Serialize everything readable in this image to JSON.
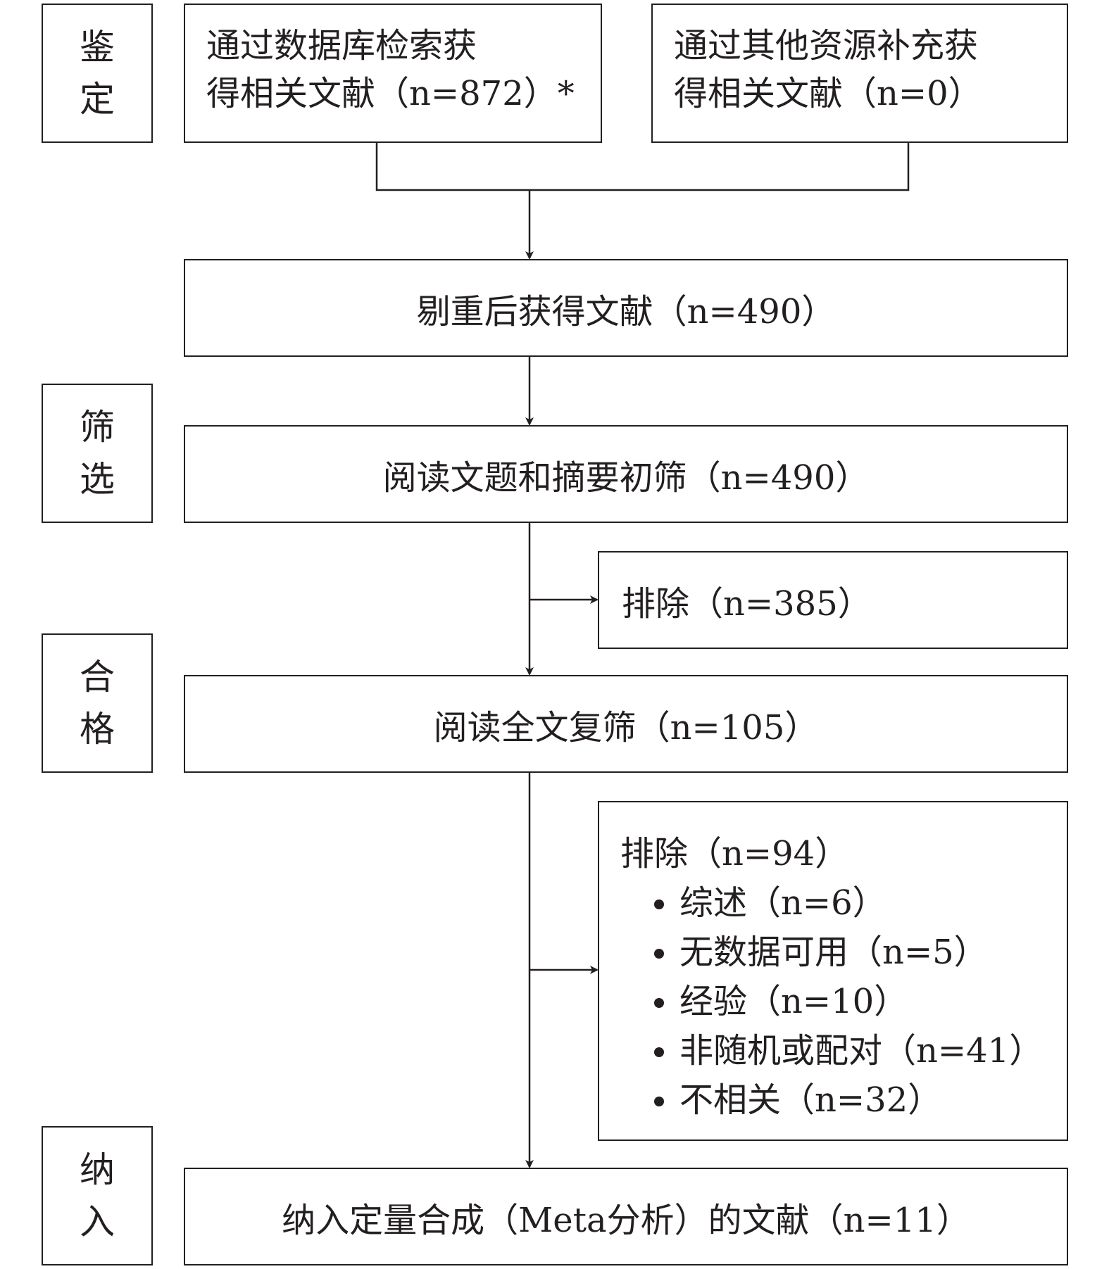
{
  "stages": {
    "identification": [
      "鉴",
      "定"
    ],
    "screening": [
      "筛",
      "选"
    ],
    "eligibility": [
      "合",
      "格"
    ],
    "included": [
      "纳",
      "入"
    ]
  },
  "identification": {
    "database": {
      "line1": "通过数据库检索获",
      "line2": "得相关文献（n=872）*"
    },
    "other": {
      "line1": "通过其他资源补充获",
      "line2": "得相关文献（n=0）"
    }
  },
  "dedup": "剔重后获得文献（n=490）",
  "title_abstract": "阅读文题和摘要初筛（n=490）",
  "exclude_1": "排除（n=385）",
  "fulltext": "阅读全文复筛（n=105）",
  "exclude_2": {
    "title": "排除（n=94）",
    "reasons": [
      "综述（n=6）",
      "无数据可用（n=5）",
      "经验（n=10）",
      "非随机或配对（n=41）",
      "不相关（n=32）"
    ]
  },
  "final": "纳入定量合成（Meta分析）的文献（n=11）"
}
